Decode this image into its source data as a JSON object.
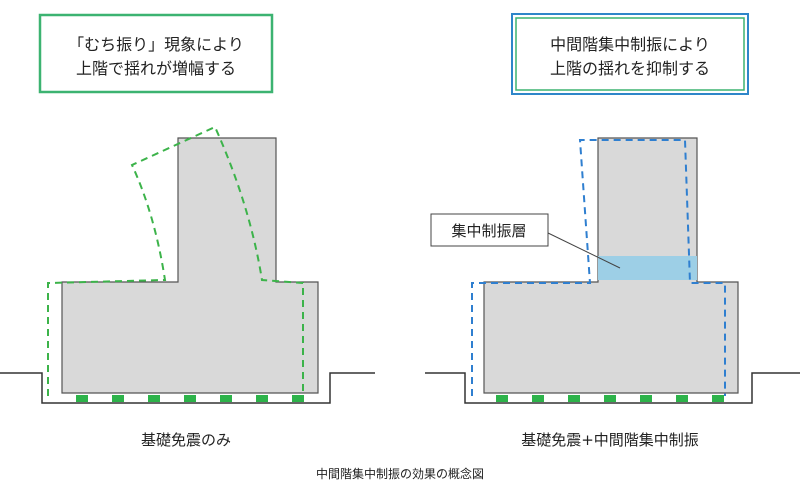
{
  "left": {
    "callout_line1": "「むち振り」現象により",
    "callout_line2": "上階で揺れが増幅する",
    "caption": "基礎免震のみ",
    "border_color": "#3cb371",
    "dash_color": "#3cb34a"
  },
  "right": {
    "callout_line1": "中間階集中制振により",
    "callout_line2": "上階の揺れを抑制する",
    "layer_label": "集中制振層",
    "caption": "基礎免震+中間階集中制振",
    "border_color": "#2e86c9",
    "dash_color": "#2f7fd0",
    "layer_color": "#9dcfe6"
  },
  "footer_caption": "中間階集中制振の効果の概念図",
  "colors": {
    "building_fill": "#d9d9d9",
    "building_stroke": "#555555",
    "isolator": "#2db34a"
  }
}
